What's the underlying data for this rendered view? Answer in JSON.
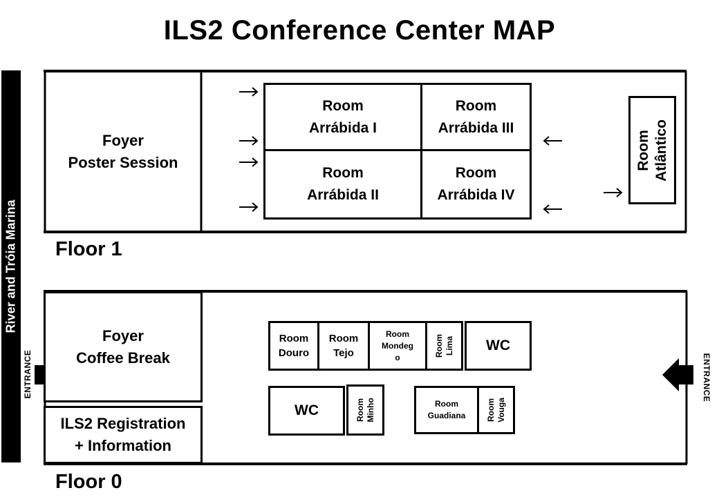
{
  "title": "ILS2 Conference Center MAP",
  "side_label": "River and Tróia Marina",
  "floor1": {
    "label": "Floor 1",
    "foyer": "Foyer\nPoster Session",
    "rooms": {
      "arrabida_1": "Room\nArrábida I",
      "arrabida_3": "Room\nArrábida III",
      "arrabida_2": "Room\nArrábida II",
      "arrabida_4": "Room\nArrábida IV",
      "atlantico": "Room\nAtlântico"
    }
  },
  "floor0": {
    "label": "Floor 0",
    "foyer": "Foyer\nCoffee Break",
    "registration": "ILS2 Registration\n+ Information",
    "entrance_left": "ENTRANCE",
    "entrance_right": "ENTRANCE",
    "rooms": {
      "douro": "Room\nDouro",
      "tejo": "Room\nTejo",
      "mondego": "Room\nMondeg\no",
      "lima": "Room\nLima",
      "wc_top": "WC",
      "wc_bottom": "WC",
      "minho": "Room\nMinho",
      "guadiana": "Room\nGuadiana",
      "vouga": "Room\nVouga"
    }
  }
}
